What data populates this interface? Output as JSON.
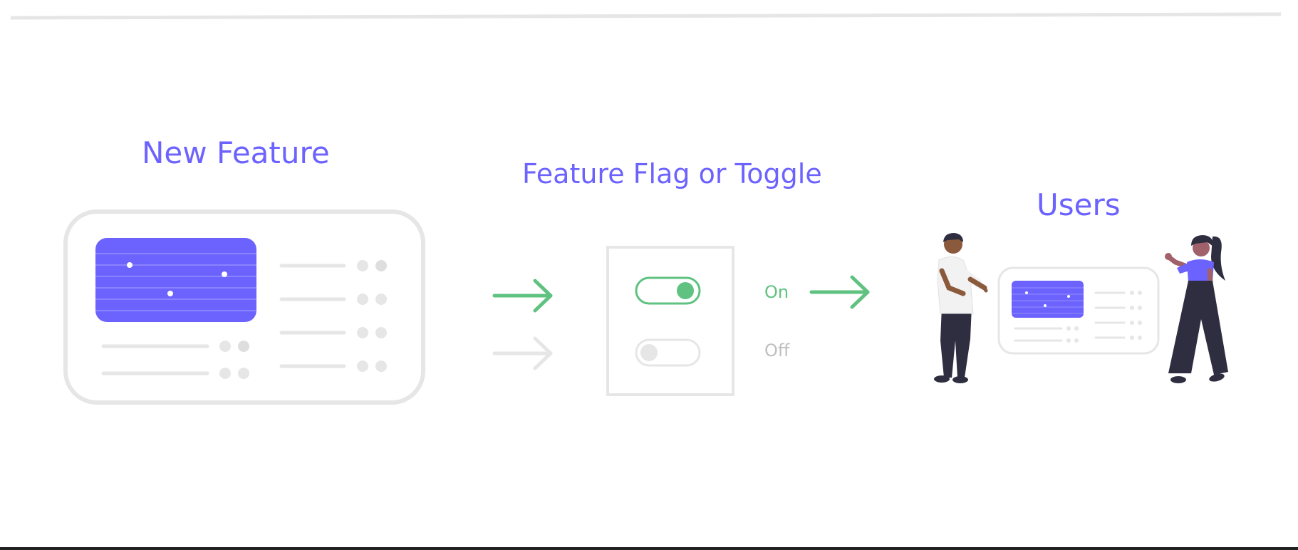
{
  "labels": {
    "new_feature": "New Feature",
    "feature_flag": "Feature Flag or Toggle",
    "users": "Users"
  },
  "toggle_states": {
    "on": "On",
    "off": "Off"
  },
  "colors": {
    "accent": "#6c63ff",
    "on": "#5fc281",
    "off": "#cfcfcf",
    "outline": "#e6e6e6",
    "figure_dark": "#2f2e41"
  },
  "toggles": [
    {
      "state": "on",
      "enabled": true
    },
    {
      "state": "off",
      "enabled": false
    }
  ]
}
